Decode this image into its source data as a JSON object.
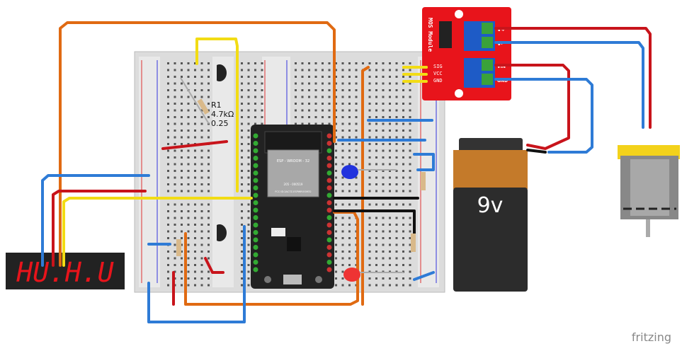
{
  "mos_module": {
    "title": "MOS Module",
    "pins": [
      "SIG",
      "VCC",
      "GND"
    ],
    "terminals_out": [
      "V+",
      "V-"
    ],
    "terminals_in": [
      "VIN",
      "GND"
    ],
    "color": "#e8141b"
  },
  "resistor": {
    "ref": "R1",
    "value": "4.7kΩ",
    "power": "0.25"
  },
  "esp32": {
    "module_label": "ESP - WROOM - 32",
    "cert": "205 - 000519",
    "fcc": "FCC ID:2AC7Z-ESPWROOM32"
  },
  "battery": {
    "label": "9v"
  },
  "display": {
    "text": "HU.H.U",
    "color": "#e8141b"
  },
  "watermark": "fritzing",
  "colors": {
    "wire_orange": "#e06a12",
    "wire_yellow": "#f2dc14",
    "wire_red": "#c8141b",
    "wire_blue": "#2e7bd6",
    "wire_black": "#111111"
  }
}
